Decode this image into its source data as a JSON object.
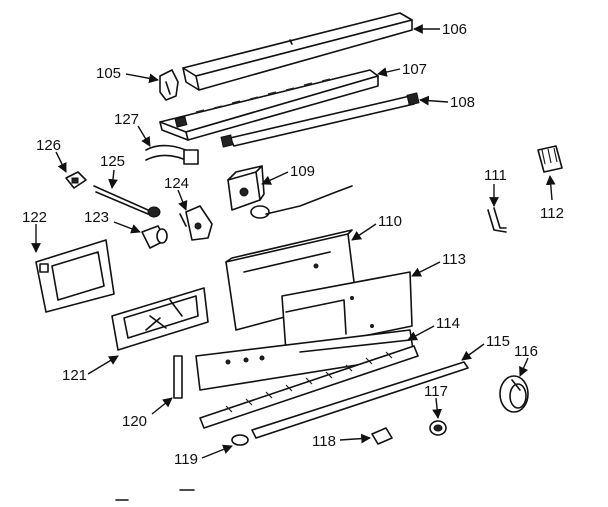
{
  "diagram": {
    "callouts": [
      "106",
      "105",
      "107",
      "108",
      "127",
      "126",
      "125",
      "109",
      "124",
      "111",
      "112",
      "122",
      "123",
      "110",
      "113",
      "121",
      "114",
      "115",
      "116",
      "120",
      "117",
      "118",
      "119"
    ]
  },
  "colors": {
    "ink": "#111111",
    "background": "#ffffff"
  }
}
